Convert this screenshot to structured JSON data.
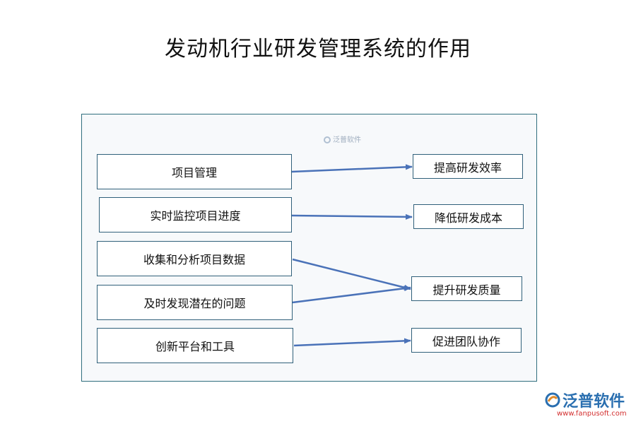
{
  "title": "发动机行业研发管理系统的作用",
  "watermark": "泛普软件",
  "left_items": [
    {
      "label": "项目管理"
    },
    {
      "label": "实时监控项目进度"
    },
    {
      "label": "收集和分析项目数据"
    },
    {
      "label": "及时发现潜在的问题"
    },
    {
      "label": "创新平台和工具"
    }
  ],
  "right_items": [
    {
      "label": "提高研发效率"
    },
    {
      "label": "降低研发成本"
    },
    {
      "label": "提升研发质量"
    },
    {
      "label": "促进团队协作"
    }
  ],
  "links": [
    {
      "from": "项目管理",
      "to": "提高研发效率"
    },
    {
      "from": "实时监控项目进度",
      "to": "降低研发成本"
    },
    {
      "from": "收集和分析项目数据",
      "to": "提升研发质量"
    },
    {
      "from": "及时发现潜在的问题",
      "to": "提升研发质量"
    },
    {
      "from": "创新平台和工具",
      "to": "促进团队协作"
    }
  ],
  "brand": {
    "name": "泛普软件",
    "url": "www.fanpusoft.com",
    "color": "#2a6fb0",
    "url_color": "#d32f2f"
  },
  "colors": {
    "arrow": "#4a72b8",
    "box_border": "#30607a",
    "panel_border": "#2f6e7e"
  }
}
